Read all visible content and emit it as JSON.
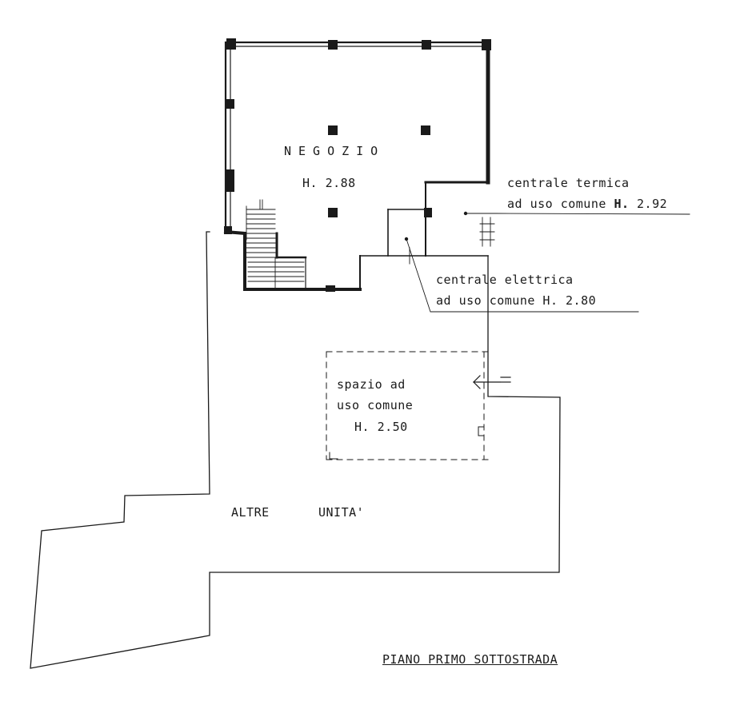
{
  "rooms": {
    "negozio": {
      "name": "NEGOZIO",
      "height": "H. 2.88"
    },
    "centrale_termica": {
      "line1": "centrale termica",
      "line2_prefix": "ad uso comune ",
      "h_label": "H.",
      "h_value": " 2.92"
    },
    "centrale_elettrica": {
      "line1": "centrale elettrica",
      "line2": "ad uso comune H. 2.80"
    },
    "spazio_comune": {
      "line1": "spazio ad",
      "line2": "uso comune",
      "height": "H. 2.50"
    }
  },
  "other_units": {
    "word1": "ALTRE",
    "word2": "UNITA'"
  },
  "floor_title": "PIANO PRIMO SOTTOSTRADA"
}
